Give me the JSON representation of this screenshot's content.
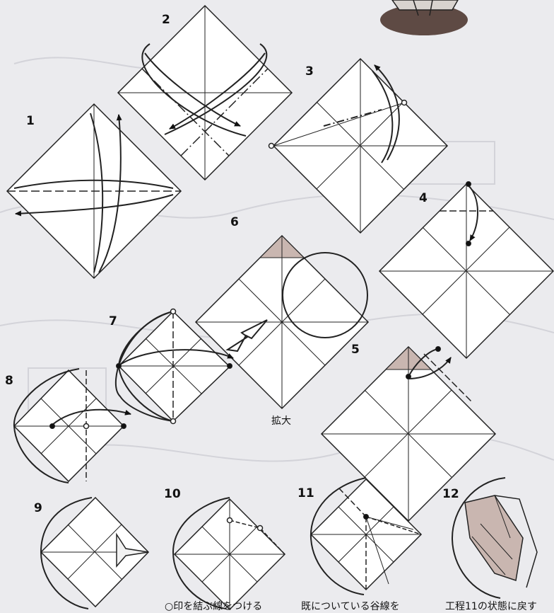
{
  "steps": [
    {
      "number": "1"
    },
    {
      "number": "2"
    },
    {
      "number": "3"
    },
    {
      "number": "4"
    },
    {
      "number": "5"
    },
    {
      "number": "6"
    },
    {
      "number": "7"
    },
    {
      "number": "8"
    },
    {
      "number": "9"
    },
    {
      "number": "10"
    },
    {
      "number": "11"
    },
    {
      "number": "12"
    }
  ],
  "captions": {
    "enlarge": "拡大",
    "step10": "○印を結ぶ線をつける",
    "step11": "既についている谷線を",
    "step12": "工程11の状態に戻す"
  },
  "colors": {
    "background": "#ebebee",
    "line": "#222222",
    "shade": "#c9b6b0",
    "pedestal": "#5e4a44"
  }
}
